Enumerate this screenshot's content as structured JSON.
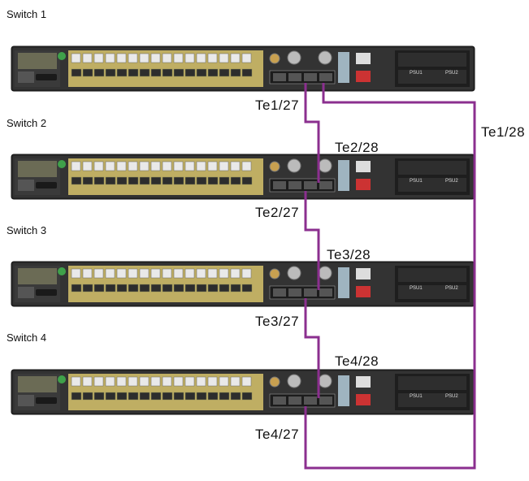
{
  "switches": [
    {
      "title": "Switch 1",
      "psu_labels": [
        "PSU1",
        "PSU2"
      ]
    },
    {
      "title": "Switch 2",
      "psu_labels": [
        "PSU1",
        "PSU2"
      ]
    },
    {
      "title": "Switch 3",
      "psu_labels": [
        "PSU1",
        "PSU2"
      ]
    },
    {
      "title": "Switch 4",
      "psu_labels": [
        "PSU1",
        "PSU2"
      ]
    }
  ],
  "ports": {
    "sw1_te27": "Te1/27",
    "sw1_te28": "Te1/28",
    "sw2_te28": "Te2/28",
    "sw2_te27": "Te2/27",
    "sw3_te28": "Te3/28",
    "sw3_te27": "Te3/27",
    "sw4_te28": "Te4/28",
    "sw4_te27": "Te4/27"
  },
  "cable_color": "#8b2f8f",
  "chassis_color": "#2b2b2b",
  "port_area_color": "#c9b567"
}
